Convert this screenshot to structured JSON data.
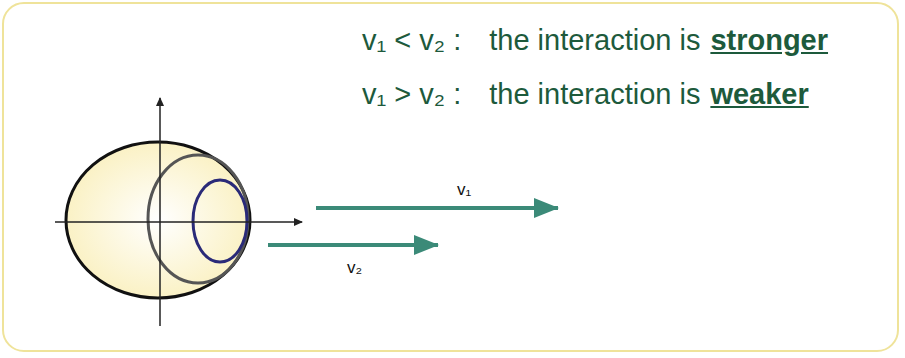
{
  "diagram": {
    "labels": [
      "v₁ < v₂ :",
      "the interaction is",
      "stronger",
      "v₁ > v₂ :",
      "the interaction is",
      "weaker",
      "v₁",
      "v₂"
    ]
  }
}
